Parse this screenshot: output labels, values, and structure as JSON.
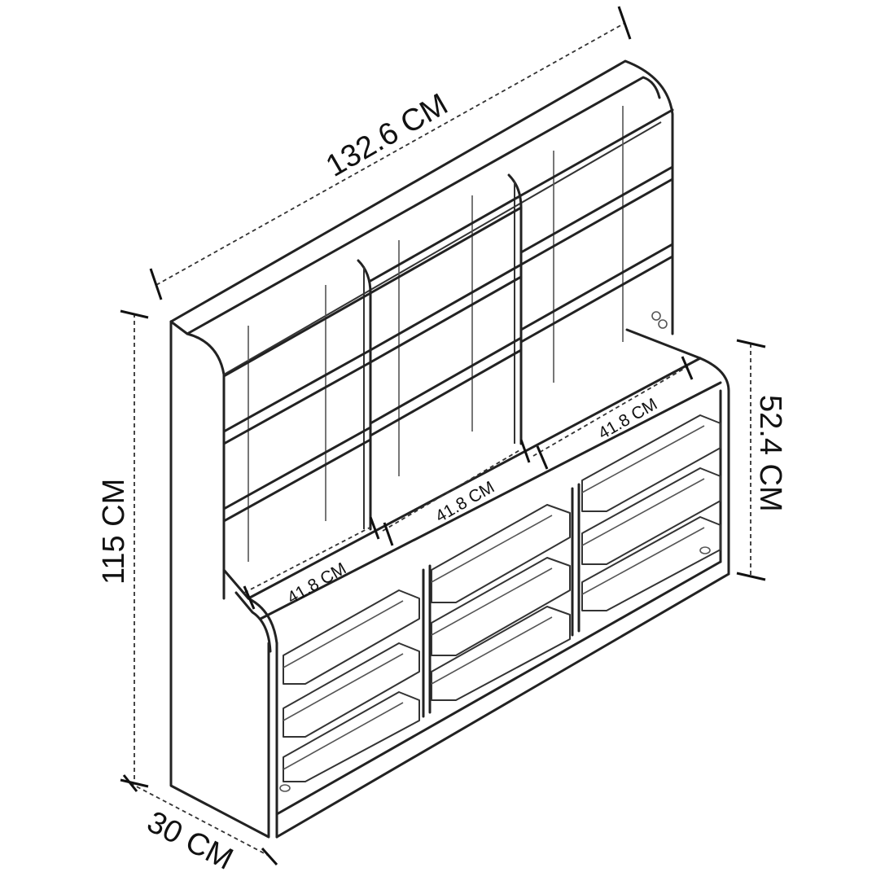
{
  "dimensions": {
    "overall_width": "132.6 CM",
    "overall_height": "115 CM",
    "depth": "30 CM",
    "lower_height": "52.4 CM",
    "section_width_left": "41.8 CM",
    "section_width_middle": "41.8 CM",
    "section_width_right": "41.8 CM"
  },
  "colors": {
    "line": "#222222",
    "background": "#ffffff"
  }
}
